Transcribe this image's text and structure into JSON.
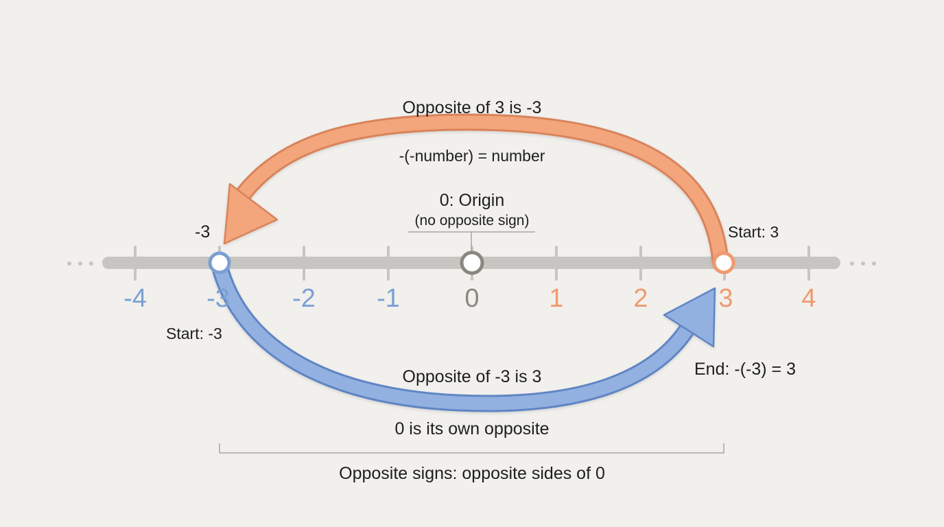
{
  "colors": {
    "negative": "#7b9fd3",
    "positive": "#ef9a6e",
    "zero": "#8a8680",
    "axis": "#c6c5c1",
    "text": "#1e1e1e"
  },
  "number_line": {
    "ticks": [
      "-4",
      "-3",
      "-2",
      "-1",
      "0",
      "1",
      "2",
      "3",
      "4"
    ],
    "overflow_left": "• • •",
    "overflow_right": "• • •"
  },
  "top_arrow": {
    "title": "Opposite of 3 is -3",
    "rule": "-(-number) = number",
    "start_label": "Start: 3",
    "end_label": "-3"
  },
  "bottom_arrow": {
    "title": "Opposite of -3 is 3",
    "start_label": "Start: -3",
    "end_label": "End: -(-3) = 3"
  },
  "origin": {
    "title": "0: Origin",
    "subtitle": "(no opposite sign)"
  },
  "zero_note": "0 is its own opposite",
  "bracket_caption": "Opposite signs: opposite sides of 0"
}
